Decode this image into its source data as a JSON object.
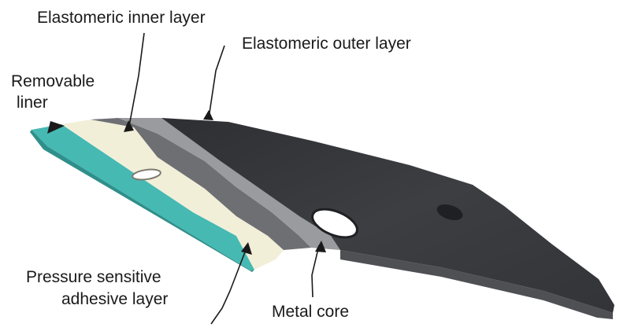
{
  "labels": {
    "elastomeric_inner_layer": "Elastomeric inner layer",
    "elastomeric_outer_layer": "Elastomeric outer layer",
    "removable_liner_line1": "Removable",
    "removable_liner_line2": "liner",
    "pressure_sensitive_line1": "Pressure sensitive",
    "pressure_sensitive_line2": "adhesive layer",
    "metal_core": "Metal core"
  },
  "colors": {
    "outer_layer": "#3a3b3f",
    "outer_layer_edge": "#4f5054",
    "inner_layer": "#6e6f73",
    "metal_core": "#9a9b9e",
    "adhesive_layer": "#f2efd9",
    "removable_liner": "#46b9b3",
    "removable_liner_edge": "#2f8f8a",
    "leader_line": "#1a1a1a",
    "label_text": "#1a1a1a"
  }
}
